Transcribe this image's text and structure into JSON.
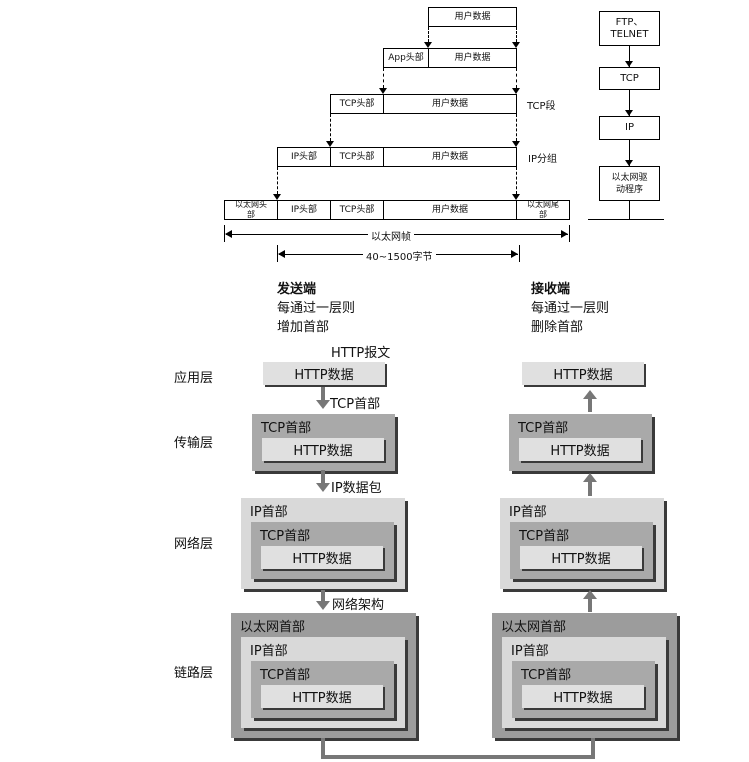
{
  "encapsulation": {
    "user_data": "用户数据",
    "app_header": "App头部",
    "tcp_header": "TCP头部",
    "ip_header": "IP头部",
    "eth_header": "以太网头部",
    "eth_trailer": "以太网尾部",
    "tcp_segment": "TCP段",
    "ip_packet": "IP分组",
    "eth_frame": "以太网帧",
    "payload_size": "40~1500字节"
  },
  "protocol_stack": [
    "FTP、TELNET",
    "TCP",
    "IP",
    "以太网驱动程序"
  ],
  "sender": {
    "title": "发送端",
    "line1": "每通过一层则",
    "line2": "增加首部"
  },
  "receiver": {
    "title": "接收端",
    "line1": "每通过一层则",
    "line2": "删除首部"
  },
  "layers": [
    "应用层",
    "传输层",
    "网络层",
    "链路层"
  ],
  "flow_labels": {
    "http_message": "HTTP报文",
    "tcp_header": "TCP首部",
    "ip_datagram": "IP数据包",
    "network": "网络架构"
  },
  "box_labels": {
    "http_data": "HTTP数据",
    "tcp_header": "TCP首部",
    "ip_header": "IP首部",
    "eth_header": "以太网首部"
  }
}
